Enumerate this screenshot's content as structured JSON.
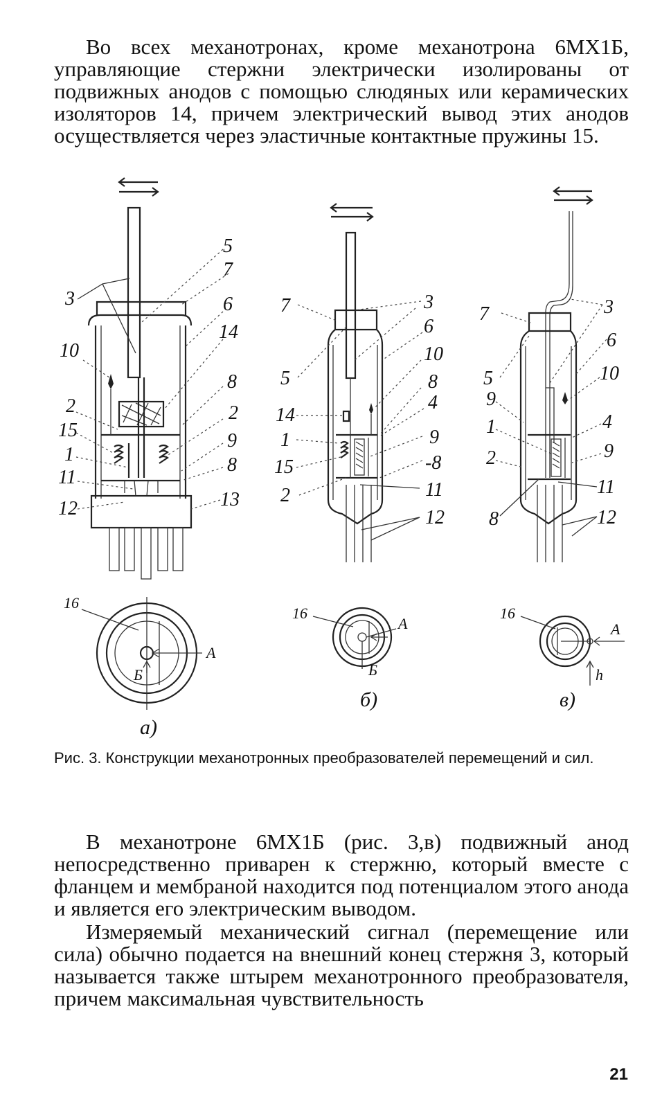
{
  "text": {
    "paragraph_1": "Во всех механотронах, кроме механотрона 6МХ1Б, управляющие стержни электрически изолированы от подвижных анодов с помощью слюдяных или керамических изоляторов 14, причем электрический вывод этих анодов осуществляется через эластичные контактные пружины 15.",
    "caption": "Рис. 3. Конструкции механотронных преобразователей перемещений и сил.",
    "paragraph_2": "В механотроне 6МХ1Б (рис. 3,в) подвижный анод непосредственно приварен к стержню, который вместе с фланцем и мембраной находится под потенциалом этого анода и является его электрическим выводом.",
    "paragraph_3": "Измеряемый механический сигнал (перемещение или сила) обычно подается на внешний конец стержня 3, который называется также штырем механотронного преобразователя, причем максимальная чувствительность",
    "page_number": "21"
  },
  "figure": {
    "panel_labels": {
      "a": "а)",
      "b": "б)",
      "c": "в)"
    },
    "panel_a_labels": [
      "3",
      "5",
      "7",
      "6",
      "14",
      "10",
      "8",
      "2",
      "15",
      "1",
      "2",
      "9",
      "8",
      "11",
      "12",
      "13",
      "16",
      "А",
      "Б"
    ],
    "panel_b_labels": [
      "7",
      "3",
      "6",
      "5",
      "10",
      "8",
      "4",
      "14",
      "1",
      "9",
      "15",
      "8",
      "2",
      "11",
      "12",
      "16",
      "А",
      "Б"
    ],
    "panel_c_labels": [
      "7",
      "3",
      "6",
      "5",
      "10",
      "9",
      "4",
      "1",
      "9",
      "2",
      "8",
      "11",
      "12",
      "16",
      "А",
      "h"
    ]
  }
}
